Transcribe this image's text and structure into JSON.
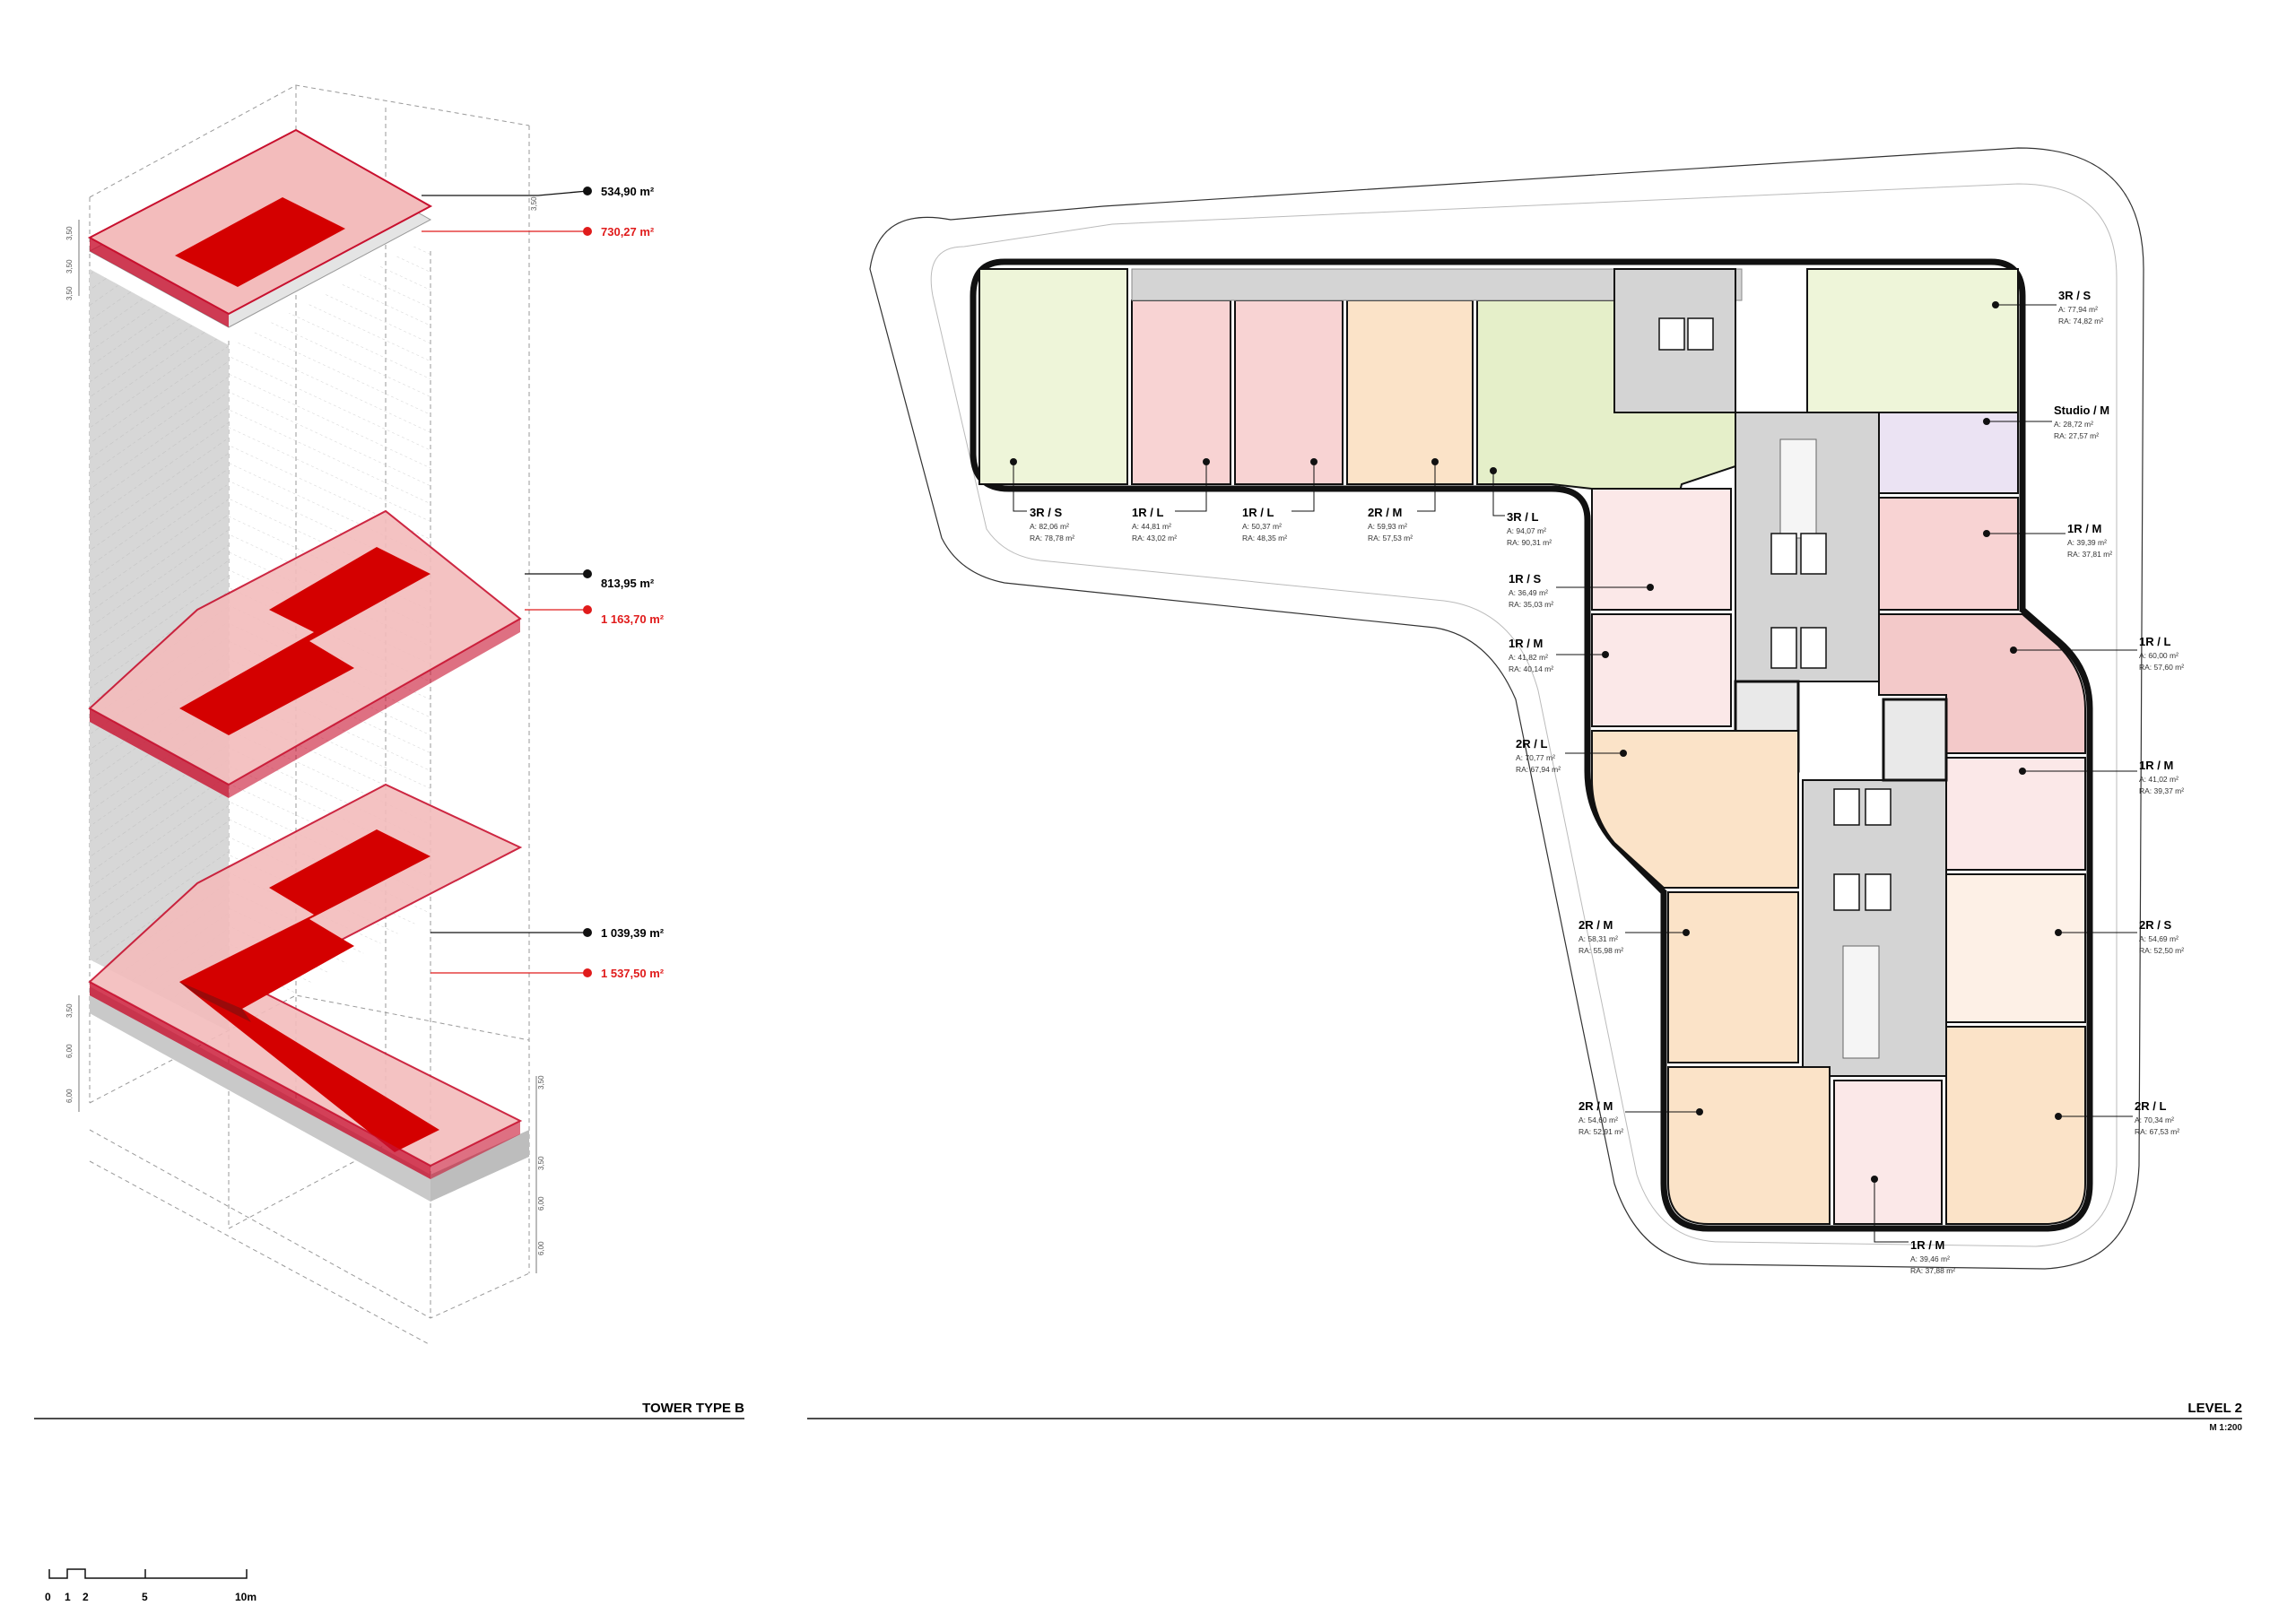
{
  "titles": {
    "left": "TOWER TYPE B",
    "right": "LEVEL 2",
    "right_scale": "M 1:200"
  },
  "scale_bar": {
    "labels": [
      "0",
      "1",
      "2",
      "5",
      "10m"
    ]
  },
  "tower_areas": [
    {
      "value": "534,90 m²",
      "color": "#111111"
    },
    {
      "value": "730,27 m²",
      "color": "#e01b1b"
    },
    {
      "value": "813,95 m²",
      "color": "#111111"
    },
    {
      "value": "1 163,70 m²",
      "color": "#e01b1b"
    },
    {
      "value": "1 039,39 m²",
      "color": "#111111"
    },
    {
      "value": "1 537,50 m²",
      "color": "#e01b1b"
    }
  ],
  "tower_dims": [
    "3,50",
    "3,50",
    "3,50",
    "3,50",
    "3,50",
    "6,00",
    "6,00",
    "3,50",
    "3,50",
    "6,00",
    "6,00"
  ],
  "units": [
    {
      "type": "3R / S",
      "a": "A:      82,06 m²",
      "ra": "RA:  78,78 m²"
    },
    {
      "type": "1R / L",
      "a": "A:      44,81 m²",
      "ra": "RA:  43,02 m²"
    },
    {
      "type": "1R / L",
      "a": "A:      50,37 m²",
      "ra": "RA:  48,35 m²"
    },
    {
      "type": "2R / M",
      "a": "A:      59,93 m²",
      "ra": "RA:  57,53 m²"
    },
    {
      "type": "3R / L",
      "a": "A:      94,07 m²",
      "ra": "RA:  90,31 m²"
    },
    {
      "type": "1R / S",
      "a": "A:      36,49 m²",
      "ra": "RA:  35,03 m²"
    },
    {
      "type": "1R / M",
      "a": "A:      41,82 m²",
      "ra": "RA:  40,14 m²"
    },
    {
      "type": "2R / L",
      "a": "A:      70,77 m²",
      "ra": "RA:  67,94 m²"
    },
    {
      "type": "2R / M",
      "a": "A:      58,31 m²",
      "ra": "RA:  55,98 m²"
    },
    {
      "type": "2R / M",
      "a": "A:      54,60 m²",
      "ra": "RA:  52,91 m²"
    },
    {
      "type": "1R / M",
      "a": "A:      39,46 m²",
      "ra": "RA:  37,88 m²"
    },
    {
      "type": "2R / L",
      "a": "A:      70,34 m²",
      "ra": "RA:  67,53 m²"
    },
    {
      "type": "2R / S",
      "a": "A:      54,69 m²",
      "ra": "RA:  52,50 m²"
    },
    {
      "type": "1R / M",
      "a": "A:      41,02 m²",
      "ra": "RA:  39,37 m²"
    },
    {
      "type": "1R / L",
      "a": "A:      60,00 m²",
      "ra": "RA:  57,60 m²"
    },
    {
      "type": "1R / M",
      "a": "A:      39,39 m²",
      "ra": "RA:  37,81 m²"
    },
    {
      "type": "Studio / M",
      "a": "A:      28,72 m²",
      "ra": "RA:  27,57 m²"
    },
    {
      "type": "3R / S",
      "a": "A:      77,94 m²",
      "ra": "RA:  74,82 m²"
    }
  ],
  "colors": {
    "slab_fill": "#f3bcbc",
    "slab_stroke": "#c8102e",
    "core_red": "#d40000",
    "core_dark": "#9a0a0a",
    "room_green": "#eef5d9",
    "room_pink": "#f8d3d3",
    "room_peach": "#fbe3c8",
    "room_lightpink": "#fbe8e8",
    "room_lavender": "#ebe3f3",
    "corridor": "#d4d4d4"
  }
}
